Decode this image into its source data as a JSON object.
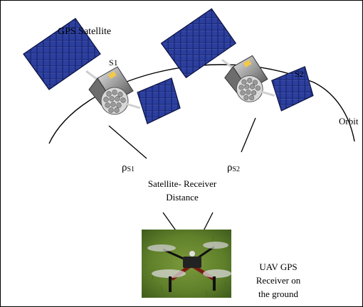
{
  "title": "GPS Satellite",
  "satellites": [
    {
      "label": "S1",
      "range_symbol": "ρ",
      "range_subscript": "S1"
    },
    {
      "label": "S2",
      "range_symbol": "ρ",
      "range_subscript": "S2"
    }
  ],
  "orbit_label": "Orbit",
  "distance_label": "Satellite- Receiver Distance",
  "receiver_label": "UAV GPS Receiver on the ground"
}
